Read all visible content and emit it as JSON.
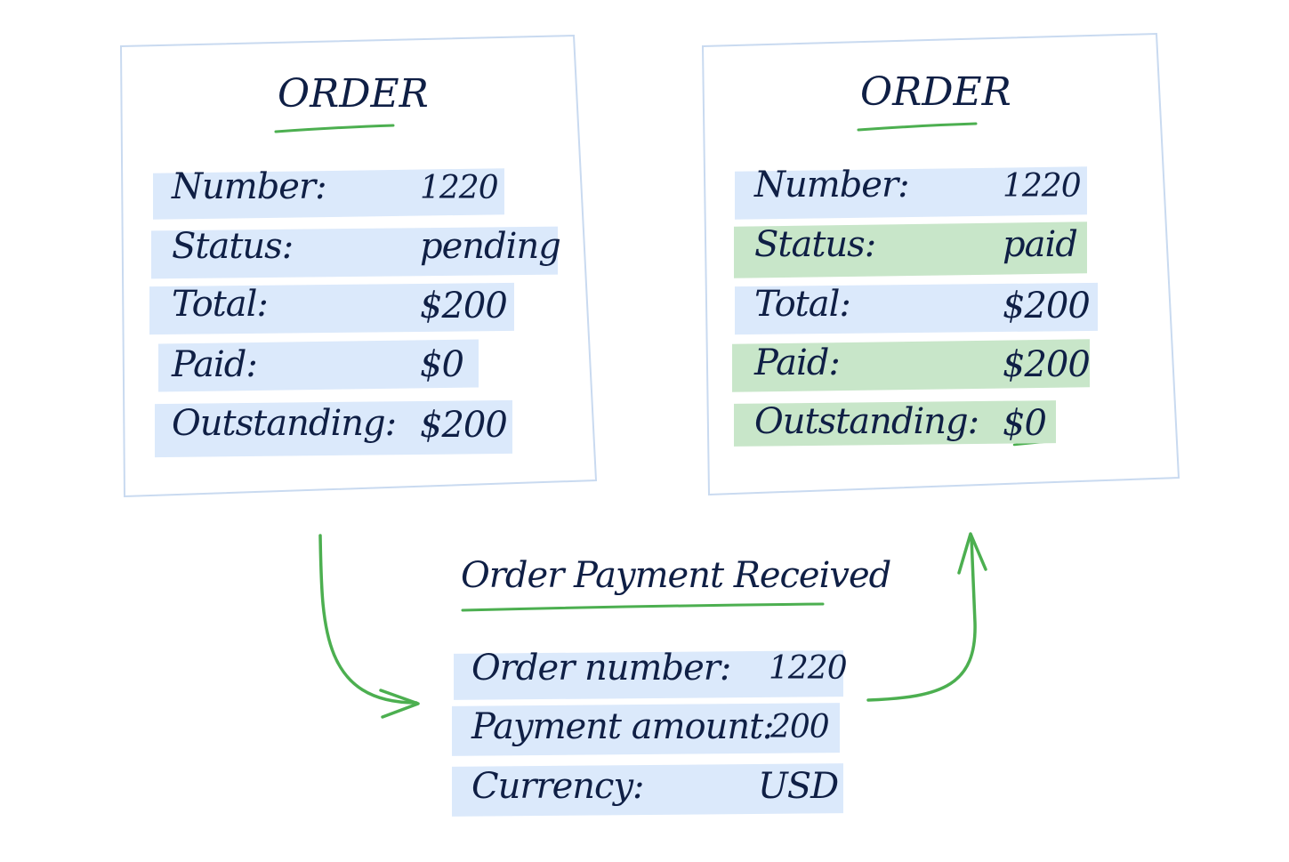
{
  "colors": {
    "ink": "#0f1f45",
    "band_blue": "#dbe9fb",
    "band_green": "#c8e6c9",
    "accent_green": "#4caf50",
    "frame": "#c9daf0"
  },
  "order_before": {
    "title": "ORDER",
    "rows": [
      {
        "label": "Number:",
        "value": "1220"
      },
      {
        "label": "Status:",
        "value": "pending"
      },
      {
        "label": "Total:",
        "value": "$200"
      },
      {
        "label": "Paid:",
        "value": "$0"
      },
      {
        "label": "Outstanding:",
        "value": "$200"
      }
    ]
  },
  "order_after": {
    "title": "ORDER",
    "rows": [
      {
        "label": "Number:",
        "value": "1220",
        "changed": false
      },
      {
        "label": "Status:",
        "value": "paid",
        "changed": true
      },
      {
        "label": "Total:",
        "value": "$200",
        "changed": false
      },
      {
        "label": "Paid:",
        "value": "$200",
        "changed": true
      },
      {
        "label": "Outstanding:",
        "value": "$0",
        "changed": true
      }
    ]
  },
  "event": {
    "title": "Order Payment Received",
    "rows": [
      {
        "label": "Order number:",
        "value": "1220"
      },
      {
        "label": "Payment amount:",
        "value": "200"
      },
      {
        "label": "Currency:",
        "value": "USD"
      }
    ]
  }
}
